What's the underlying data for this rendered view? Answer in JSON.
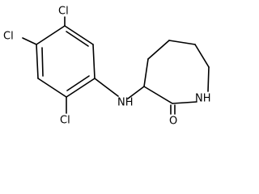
{
  "structure": {
    "atoms": {
      "cl_top": "Cl",
      "cl_left": "Cl",
      "cl_bottom": "Cl",
      "amine_nh": "NH",
      "ring_nh": "NH",
      "carbonyl_o": "O"
    }
  }
}
